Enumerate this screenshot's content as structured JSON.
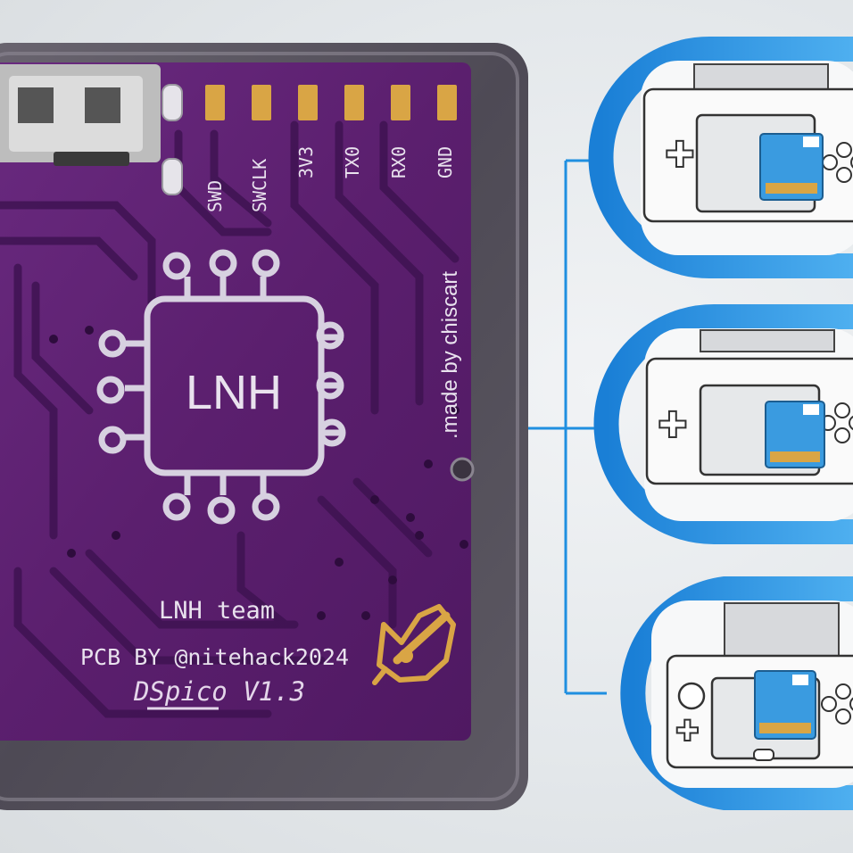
{
  "pcb": {
    "pins": [
      "SWD",
      "SWCLK",
      "3V3",
      "TX0",
      "RX0",
      "GND"
    ],
    "chip_label": "LNH",
    "side_credit": ".made by chiscart",
    "team": "LNH team",
    "pcb_credit": "PCB BY @nitehack2024",
    "model": "DSpico V1.3"
  },
  "colors": {
    "board": "#5b1f6e",
    "silk": "#e9e2ee",
    "gold": "#d9a545",
    "accent_blue": "#1f8fe0",
    "card_blue": "#3a9be0"
  },
  "consoles": [
    "console-ds-lite",
    "console-dsi",
    "console-3ds-xl"
  ]
}
